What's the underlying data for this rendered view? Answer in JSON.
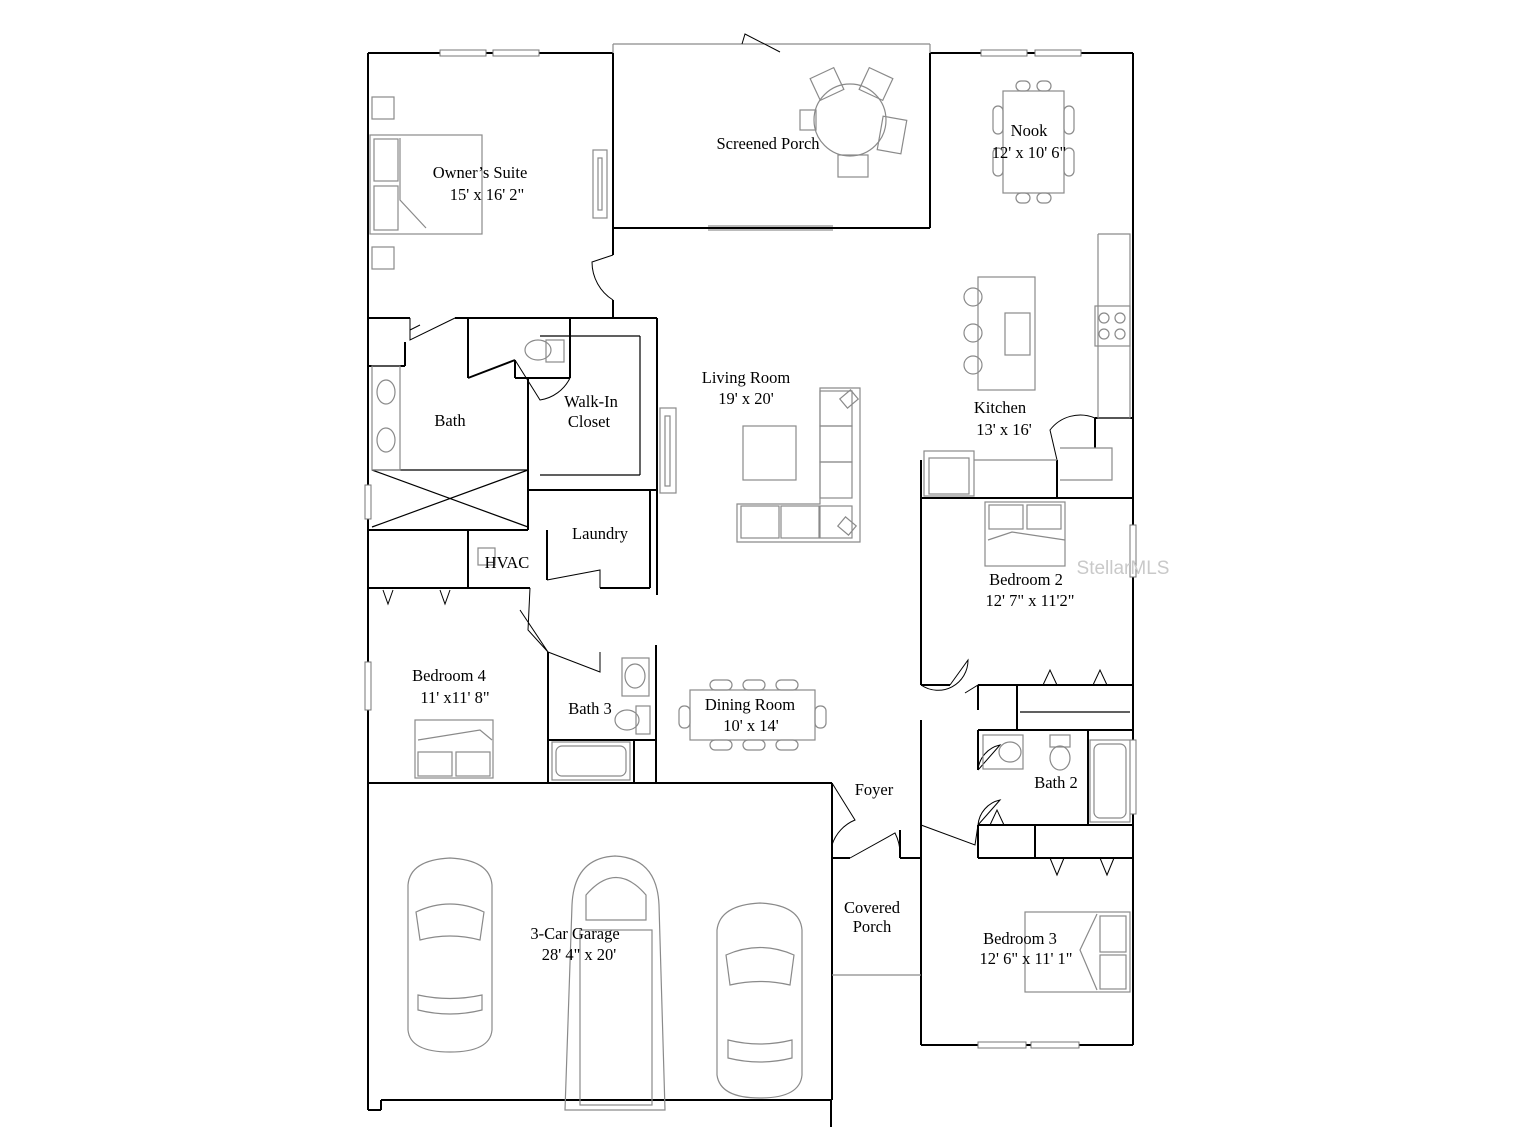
{
  "rooms": {
    "owners_suite": {
      "name": "Owner’s Suite",
      "size": "15' x 16' 2\""
    },
    "screened_porch": {
      "name": "Screened Porch"
    },
    "nook": {
      "name": "Nook",
      "size": "12' x 10' 6\""
    },
    "living_room": {
      "name": "Living Room",
      "size": "19' x 20'"
    },
    "kitchen": {
      "name": "Kitchen",
      "size": "13' x 16'"
    },
    "bath": {
      "name": "Bath"
    },
    "walk_in_closet": {
      "line1": "Walk-In",
      "line2": "Closet"
    },
    "laundry": {
      "name": "Laundry"
    },
    "hvac": {
      "name": "HVAC"
    },
    "bedroom_2": {
      "name": "Bedroom 2",
      "size": "12' 7\" x 11'2\""
    },
    "bedroom_4": {
      "name": "Bedroom 4",
      "size": "11' x11' 8\""
    },
    "bath_3": {
      "name": "Bath 3"
    },
    "dining_room": {
      "name": "Dining Room",
      "size": "10' x 14'"
    },
    "foyer": {
      "name": "Foyer"
    },
    "bath_2": {
      "name": "Bath 2"
    },
    "covered_porch": {
      "line1": "Covered",
      "line2": "Porch"
    },
    "garage": {
      "name": "3-Car Garage",
      "size": "28' 4\" x 20'"
    },
    "bedroom_3": {
      "name": "Bedroom 3",
      "size": "12' 6\" x 11' 1\""
    }
  },
  "watermark": "StellarMLS",
  "colors": {
    "wall": "#000000",
    "furniture": "#8a8a8a",
    "background": "#ffffff",
    "watermark": "#c9c9c9"
  }
}
